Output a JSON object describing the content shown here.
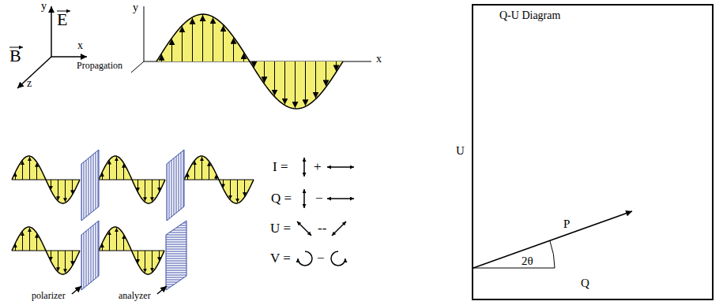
{
  "diagram": {
    "nodes": [
      {
        "text": [
          "Q-U Diagram",
          "P",
          "2θ",
          "Q"
        ]
      }
    ],
    "labels": [
      "y",
      "E",
      "x",
      "Propagation",
      "B",
      "z",
      "y",
      "x",
      "I =",
      "+",
      "Q =",
      "−",
      "U =",
      "--",
      "V =",
      "−",
      "polarizer",
      "analyzer",
      "U"
    ]
  }
}
